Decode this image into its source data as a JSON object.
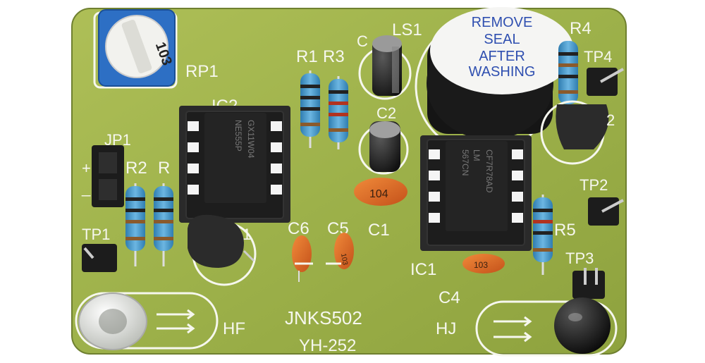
{
  "board": {
    "model": "JNKS502",
    "code": "YH-252",
    "colors": {
      "pcb": "#9fb34a",
      "pcb_dark": "#7d8f33",
      "silk": "#f6f7ee",
      "ic": "#1c1c1c",
      "resistor": "#4f9fd1"
    }
  },
  "labels": {
    "rp1": "RP1",
    "r1": "R1",
    "r3": "R3",
    "r2": "R2",
    "r_partial": "R",
    "r4": "R4",
    "r5": "R5",
    "ls1": "LS1",
    "ic2": "IC2",
    "ic1": "IC1",
    "c1": "C1",
    "c2": "C2",
    "c4": "C4",
    "c5": "C5",
    "c6": "C6",
    "tp1": "TP1",
    "tp2": "TP2",
    "tp3": "TP3",
    "tp4": "TP4",
    "jp1": "JP1",
    "q1": "1",
    "q2": "2",
    "hf": "HF",
    "hj": "HJ",
    "plus": "+",
    "minus": "_"
  },
  "buzzer_seal": [
    "REMOVE",
    "SEAL",
    "AFTER",
    "WASHING"
  ],
  "chips": {
    "ic2": [
      "GX11W04",
      "NE555P"
    ],
    "ic1": [
      "CF7R78AD",
      "LM",
      "567CN"
    ]
  },
  "capacitors": {
    "c1_code": "104",
    "c4_code": "103",
    "c5_code": "103"
  },
  "pot_marking": "103"
}
